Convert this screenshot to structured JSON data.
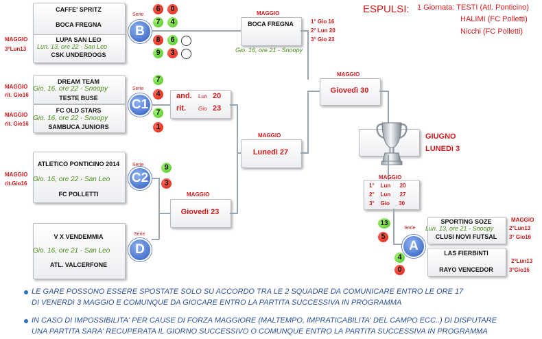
{
  "groups": {
    "B": {
      "label": "B",
      "team1": "CAFFE' SPRITZ",
      "team2": "BOCA FREGNA",
      "team3": "LUPA SAN LEO",
      "team4": "CSK UNDERDOGS",
      "info": "Lun. 13, ore 22 - San Leo",
      "serie": "Serie",
      "month": "MAGGIO",
      "date": "3°Lun13",
      "scores": [
        "6",
        "0",
        "7",
        "4",
        "8",
        "6",
        "9",
        "3"
      ]
    },
    "C1": {
      "label": "C1",
      "team1": "DREAM TEAM",
      "team2": "TESTE BUSE",
      "team3": "FC OLD STARS",
      "team4": "SAMBUCA JUNIORS",
      "info1": "Gio. 16, ore 22 - Snoopy",
      "info2": "Gio. 16, ore 22 - Snoopy",
      "serie": "Serie",
      "month1": "MAGGIO",
      "date1": "rit. Gio16",
      "month2": "MAGGIO",
      "date2": "rit. Gio16",
      "scores": [
        "7",
        "4",
        "7",
        "1"
      ]
    },
    "C2": {
      "label": "C2",
      "team1": "ATLETICO PONTICINO 2014",
      "team2": "FC POLLETTI",
      "info": "Gio. 16, ore 22 - San Leo",
      "serie": "Serie",
      "month": "MAGGIO",
      "date": "rit.Gio16",
      "scores": [
        "9",
        "3"
      ]
    },
    "D": {
      "label": "D",
      "team1": "V X VENDEMMIA",
      "team2": "ATL. VALCERFONE",
      "info": "Gio. 16, ore 21 - San Leo",
      "serie": "Serie"
    },
    "A": {
      "label": "A",
      "team1": "SPORTING SOZE",
      "team2": "CLUSI NOVI FUTSAL",
      "team3": "LAS FIERBINTI",
      "team4": "RAYO VENCEDOR",
      "info": "Lun. 13, ore 21 - Snoopy",
      "serie": "Serie",
      "scores": [
        "13",
        "5",
        "4",
        "0"
      ],
      "month1": "MAGGIO",
      "r1a": "2°Lun13",
      "r1b": "3° Gio16",
      "r2a": "2°Lun13",
      "r2b": "3°Gio16"
    }
  },
  "c1_match": {
    "row1_label": "and.",
    "row1_day": "Lun",
    "row1_num": "20",
    "row2_label": "rit.",
    "row2_day": "Gio",
    "row2_num": "23"
  },
  "boca_match": {
    "team": "BOCA FREGNA",
    "month": "MAGGIO",
    "info": "Gio. 16, ore 21 - Snoopy",
    "l1": "1° Gio  16",
    "l2": "2° Lun 20",
    "l3": "3° Gio  23"
  },
  "rounds": {
    "gio30": {
      "month": "MAGGIO",
      "label": "Giovedì 30"
    },
    "lun27": {
      "month": "MAGGIO",
      "label": "Lunedì 27"
    },
    "gio23": {
      "month": "MAGGIO",
      "label": "Giovedì 23"
    }
  },
  "final": {
    "month": "GIUGNO",
    "label": "LUNEDì 3",
    "trophy": "trophy-icon"
  },
  "a_sched": {
    "month": "MAGGIO",
    "rows": [
      [
        "1°",
        "Lun",
        "20"
      ],
      [
        "2°",
        "Lun",
        "27"
      ],
      [
        "3°",
        "Gio",
        "30"
      ]
    ]
  },
  "espulsi": {
    "title": "ESPULSI:",
    "line1": "1 Giornata: TESTI (Atl. Ponticino)",
    "line2": "HALIMI (FC Polletti)",
    "line3": "Nicchi (FC Polletti)"
  },
  "notes": {
    "n1a": "LE GARE POSSONO ESSERE SPOSTATE SOLO SU ACCORDO TRA LE 2 SQUADRE DA COMUNICARE ENTRO LE ORE 17",
    "n1b": "DI VENERDì 3 MAGGIO E COMUNQUE DA GIOCARE ENTRO LA PARTITA SUCCESSIVA IN PROGRAMMA",
    "n2a": "IN CASO DI IMPOSSIBILITA'  PER CAUSE DI FORZA MAGGIORE (MALTEMPO, IMPRATICABILITA' DEL CAMPO ECC..) DI DISPUTARE",
    "n2b": "UNA PARTITA SARA' RECUPERATA IL GIORNO SUCCESSIVO O COMUNQUE ENTRO LA PARTITA SUCCESSIVA IN PROGRAMMA"
  },
  "colors": {
    "red": "#d01818",
    "green": "#4a8c16",
    "blue": "#2d5bc2"
  }
}
